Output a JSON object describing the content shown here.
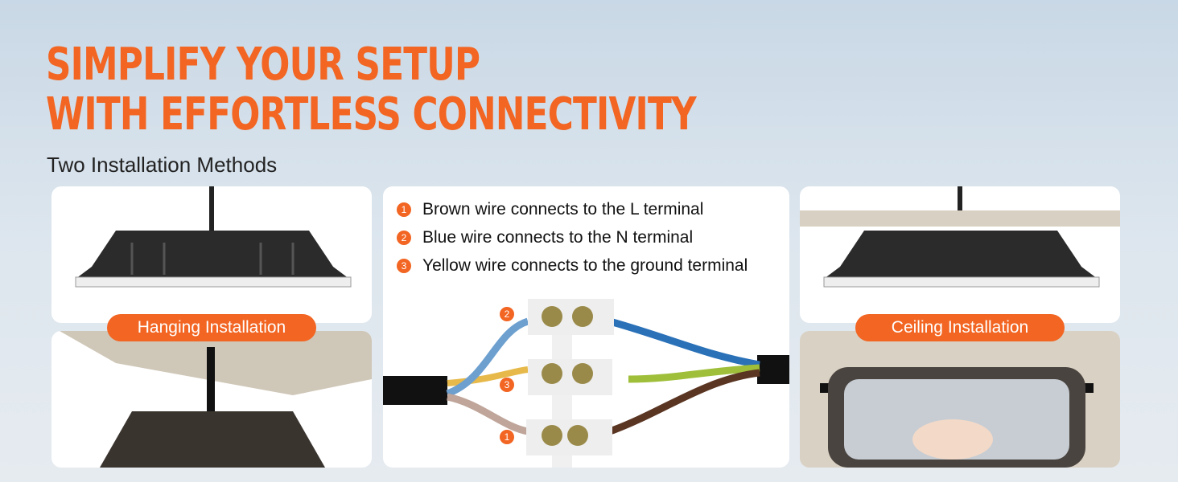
{
  "headline": {
    "line1": "SIMPLIFY YOUR SETUP",
    "line2": "WITH EFFORTLESS CONNECTIVITY"
  },
  "subtitle": "Two Installation Methods",
  "left": {
    "label": "Hanging Installation"
  },
  "right": {
    "label": "Ceiling Installation"
  },
  "steps": [
    {
      "num": "1",
      "text": "Brown wire connects to the L terminal"
    },
    {
      "num": "2",
      "text": "Blue wire connects to the N terminal"
    },
    {
      "num": "3",
      "text": "Yellow wire connects to the ground terminal"
    }
  ],
  "colors": {
    "accent": "#f26522"
  }
}
